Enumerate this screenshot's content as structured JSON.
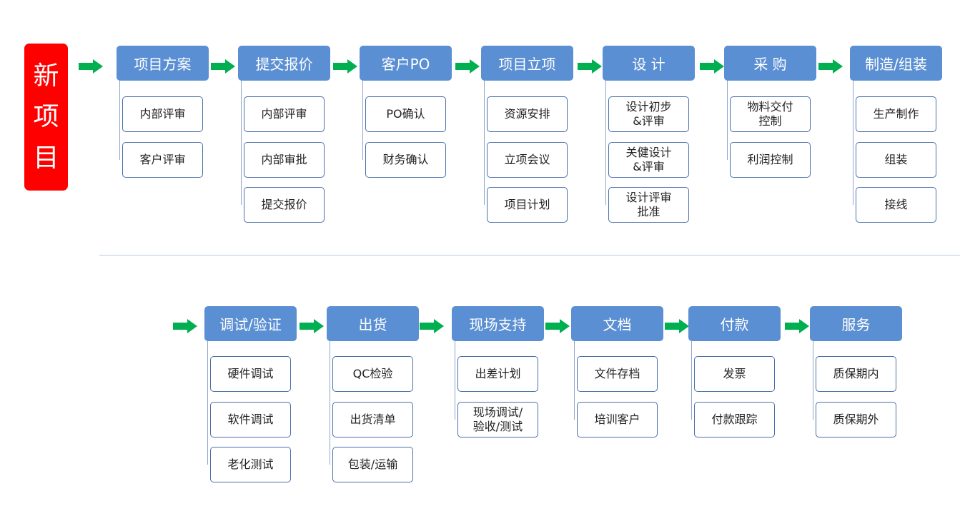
{
  "start": {
    "label": "新项目"
  },
  "arrow_color": "#00b050",
  "header_color": "#5b8fd3",
  "start_color": "#ff0000",
  "rows": [
    {
      "stages": [
        {
          "title": "项目方案",
          "items": [
            "内部评审",
            "客户评审"
          ]
        },
        {
          "title": "提交报价",
          "items": [
            "内部评审",
            "内部审批",
            "提交报价"
          ]
        },
        {
          "title": "客户PO",
          "items": [
            "PO确认",
            "财务确认"
          ]
        },
        {
          "title": "项目立项",
          "items": [
            "资源安排",
            "立项会议",
            "项目计划"
          ]
        },
        {
          "title": "设 计",
          "items": [
            "设计初步\n&评审",
            "关健设计\n&评审",
            "设计评审\n批准"
          ]
        },
        {
          "title": "采 购",
          "items": [
            "物料交付\n控制",
            "利润控制"
          ]
        },
        {
          "title": "制造/组装",
          "items": [
            "生产制作",
            "组装",
            "接线"
          ]
        }
      ]
    },
    {
      "stages": [
        {
          "title": "调试/验证",
          "items": [
            "硬件调试",
            "软件调试",
            "老化测试"
          ]
        },
        {
          "title": "出货",
          "items": [
            "QC检验",
            "出货清单",
            "包装/运输"
          ]
        },
        {
          "title": "现场支持",
          "items": [
            "出差计划",
            "现场调试/\n验收/测试"
          ]
        },
        {
          "title": "文档",
          "items": [
            "文件存档",
            "培训客户"
          ]
        },
        {
          "title": "付款",
          "items": [
            "发票",
            "付款跟踪"
          ]
        },
        {
          "title": "服务",
          "items": [
            "质保期内",
            "质保期外"
          ]
        }
      ]
    }
  ]
}
